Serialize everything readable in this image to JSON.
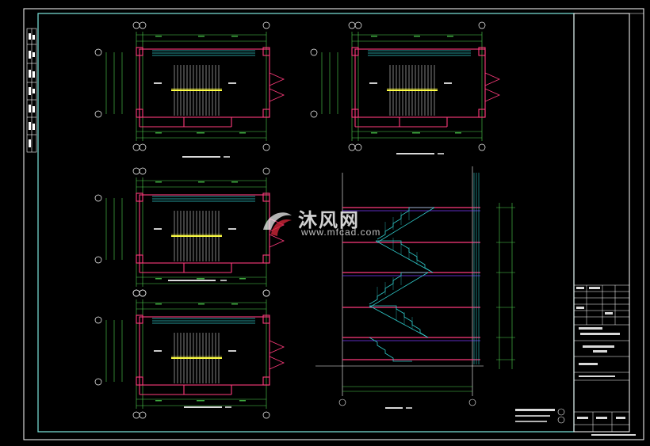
{
  "watermark": {
    "cn": "沐风网",
    "en": "www.mfcad.com"
  },
  "colors": {
    "background": "#000000",
    "frame": "#ffffff",
    "border_cyan": "#7fe8e0",
    "wall": "#ff3b7c",
    "dimension": "#4fd44f",
    "stair_yellow": "#ffff44",
    "stair_cyan": "#2fc8c8",
    "gridline": "#ffffff"
  },
  "views": [
    {
      "id": "plan-1",
      "type": "stair-plan"
    },
    {
      "id": "plan-2",
      "type": "stair-plan"
    },
    {
      "id": "plan-3",
      "type": "stair-plan"
    },
    {
      "id": "plan-4",
      "type": "stair-plan"
    },
    {
      "id": "section",
      "type": "stair-section"
    }
  ]
}
